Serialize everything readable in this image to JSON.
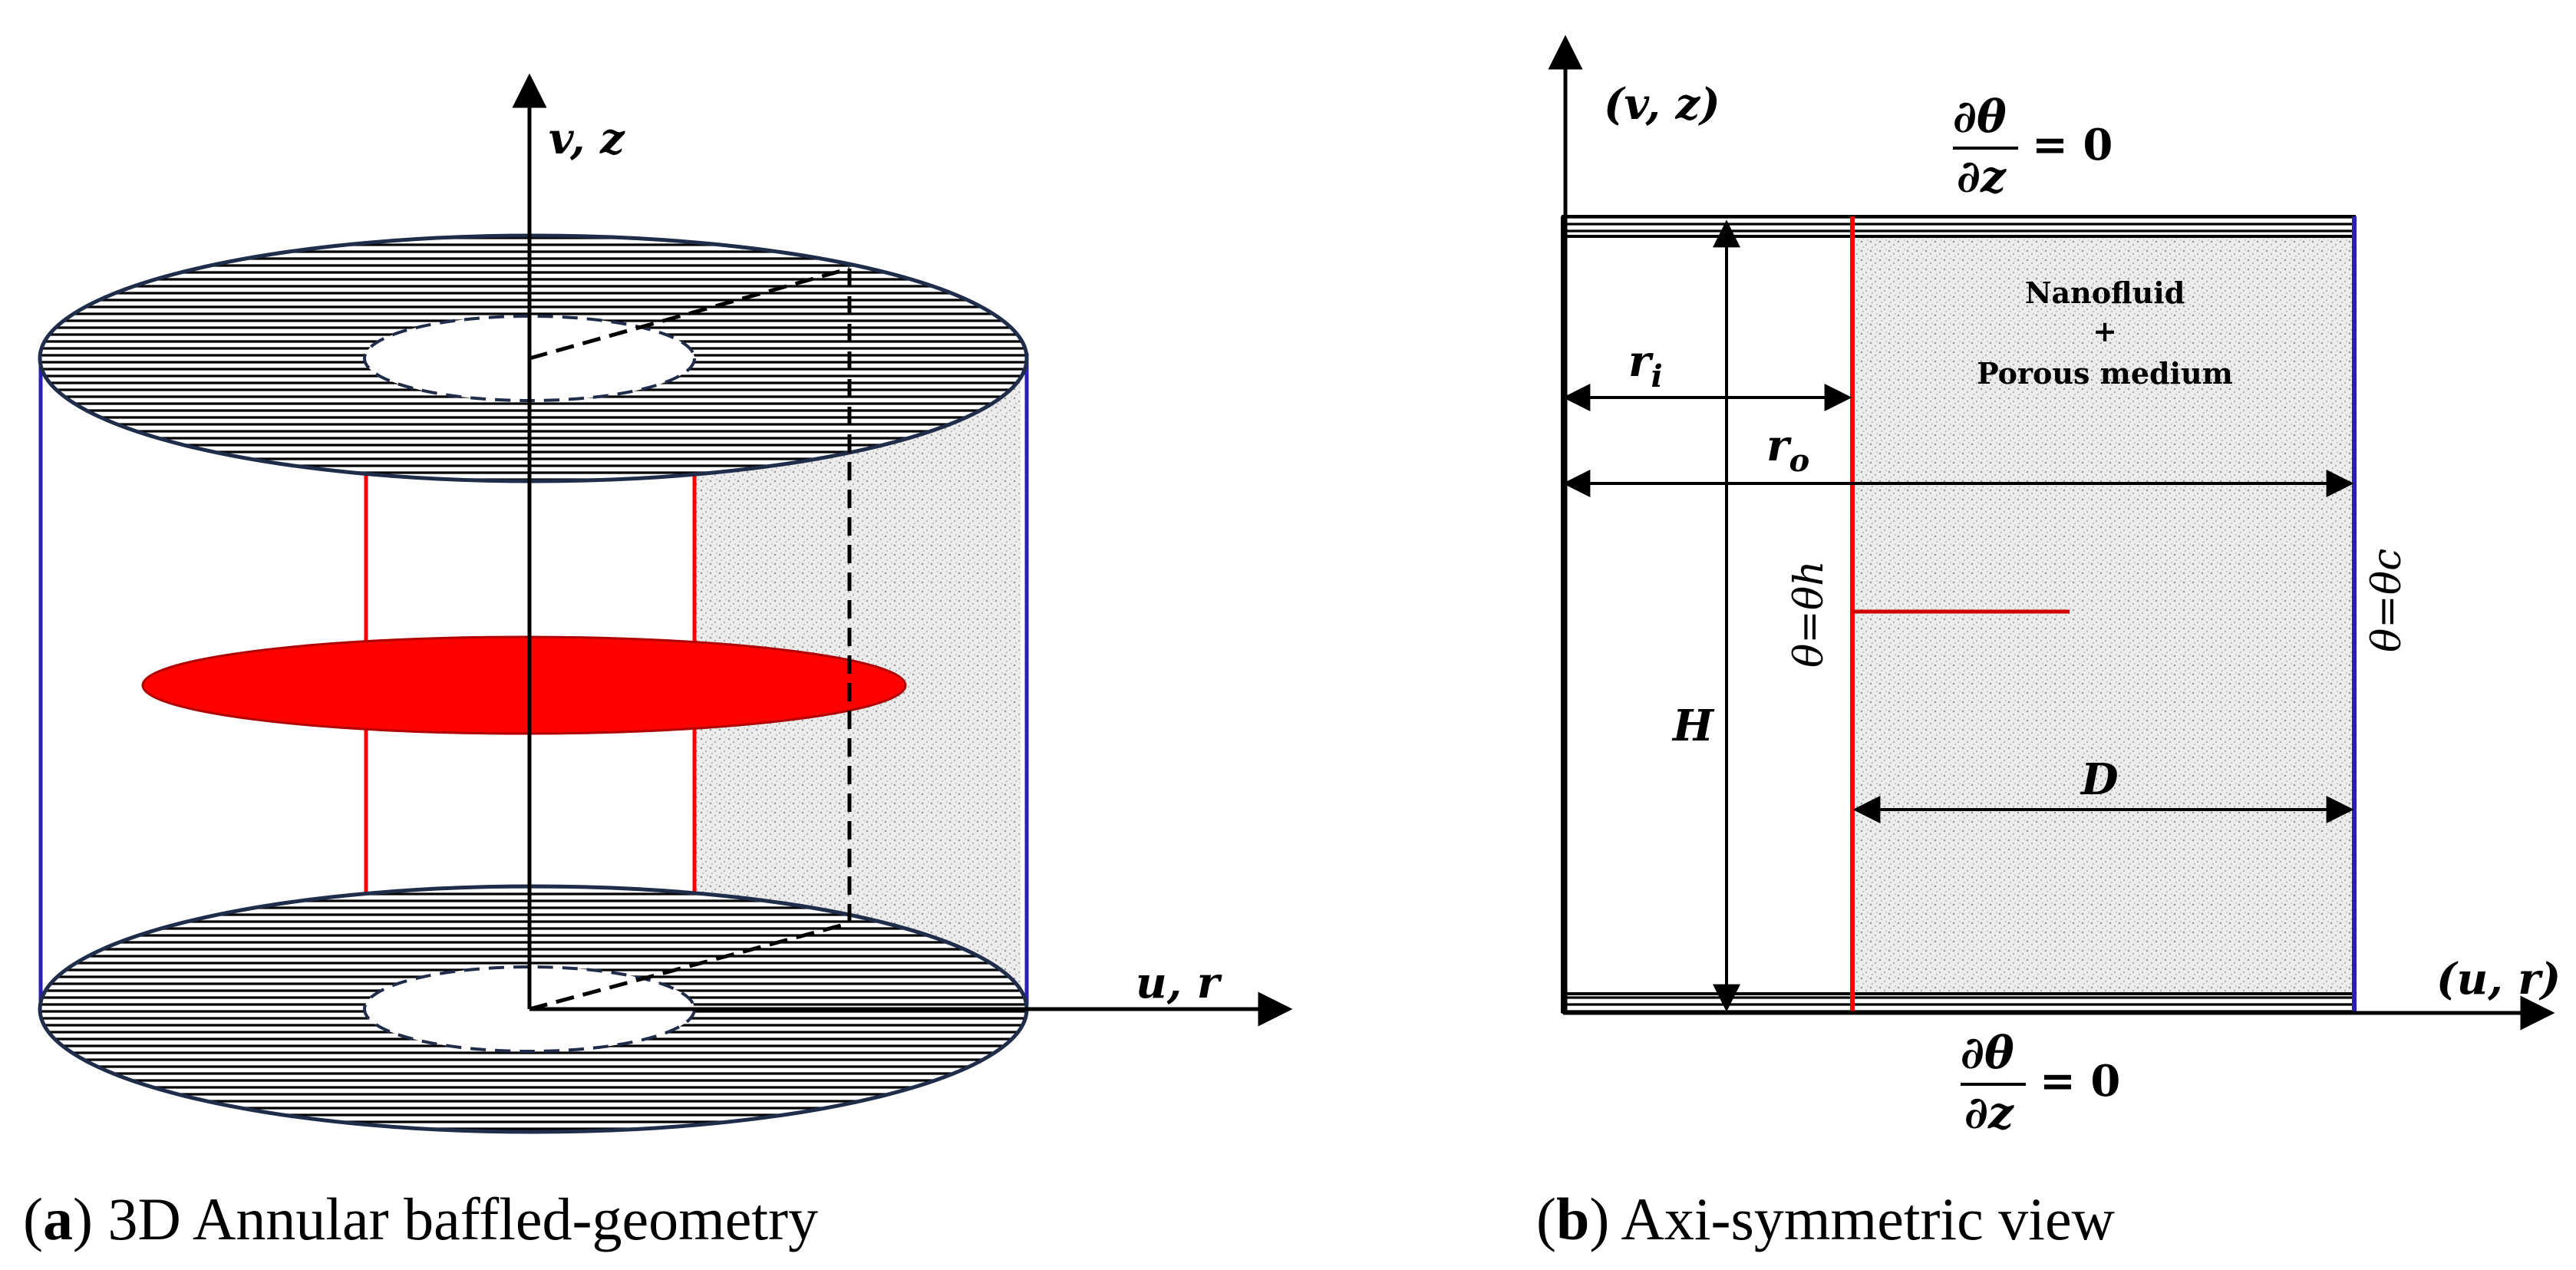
{
  "colors": {
    "heater": "#ff0000",
    "cold_wall": "#2b1fb5",
    "baffle": "#ff0000",
    "porous": "#d3d3d3",
    "outline": "#1f2d4a"
  },
  "panel_a": {
    "axis_vertical": "v, z",
    "axis_horizontal": "u, r",
    "caption_letter": "a",
    "caption_text": "3D Annular baffled-geometry"
  },
  "panel_b": {
    "axis_vertical": "(v, z)",
    "axis_horizontal": "(u, r)",
    "top_bc_num": "∂θ",
    "top_bc_den": "∂z",
    "top_bc_rhs": "= 0",
    "bottom_bc_num": "∂θ",
    "bottom_bc_den": "∂z",
    "bottom_bc_rhs": "= 0",
    "medium_line1": "Nanofluid",
    "medium_line2": "+",
    "medium_line3": "Porous medium",
    "inner_radius": "r",
    "inner_radius_sub": "i",
    "outer_radius": "r",
    "outer_radius_sub": "o",
    "height": "H",
    "baffle_distance": "D",
    "hot_wall": "θ=θh",
    "cold_wall": "θ=θc",
    "caption_letter": "b",
    "caption_text": "Axi-symmetric view"
  }
}
